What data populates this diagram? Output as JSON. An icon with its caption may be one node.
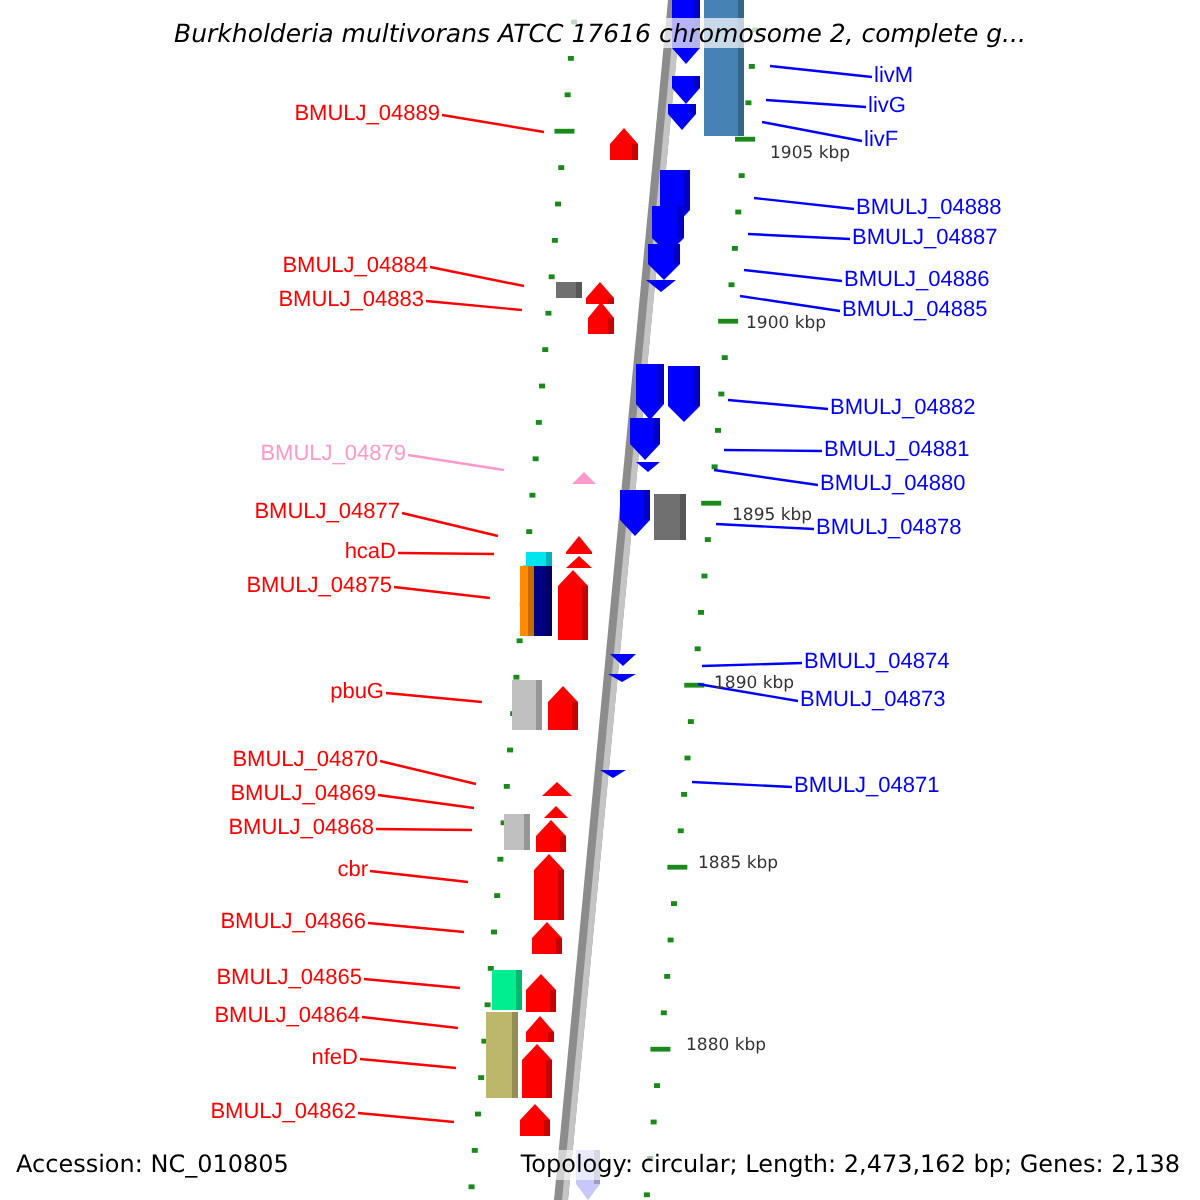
{
  "diagram": {
    "title": "Burkholderia multivorans ATCC 17616 chromosome 2, complete g...",
    "nodes": [
      {
        "text": [
          "livM"
        ]
      },
      {
        "text": [
          "livG"
        ]
      },
      {
        "text": [
          "BMULJ_04889"
        ]
      },
      {
        "text": [
          "livF"
        ]
      },
      {
        "text": [
          "BMULJ_04888"
        ]
      },
      {
        "text": [
          "BMULJ_04887"
        ]
      },
      {
        "text": [
          "BMULJ_04884"
        ]
      },
      {
        "text": [
          "BMULJ_04886"
        ]
      },
      {
        "text": [
          "BMULJ_04883"
        ]
      },
      {
        "text": [
          "BMULJ_04885"
        ]
      },
      {
        "text": [
          "BMULJ_04882"
        ]
      },
      {
        "text": [
          "BMULJ_04881"
        ]
      },
      {
        "text": [
          "BMULJ_04879"
        ]
      },
      {
        "text": [
          "BMULJ_04880"
        ]
      },
      {
        "text": [
          "BMULJ_04877"
        ]
      },
      {
        "text": [
          "BMULJ_04878"
        ]
      },
      {
        "text": [
          "hcaD"
        ]
      },
      {
        "text": [
          "BMULJ_04875"
        ]
      },
      {
        "text": [
          "BMULJ_04874"
        ]
      },
      {
        "text": [
          "pbuG"
        ]
      },
      {
        "text": [
          "BMULJ_04873"
        ]
      },
      {
        "text": [
          "BMULJ_04870"
        ]
      },
      {
        "text": [
          "BMULJ_04871"
        ]
      },
      {
        "text": [
          "BMULJ_04869"
        ]
      },
      {
        "text": [
          "BMULJ_04868"
        ]
      },
      {
        "text": [
          "cbr"
        ]
      },
      {
        "text": [
          "BMULJ_04866"
        ]
      },
      {
        "text": [
          "BMULJ_04865"
        ]
      },
      {
        "text": [
          "BMULJ_04864"
        ]
      },
      {
        "text": [
          "nfeD"
        ]
      },
      {
        "text": [
          "BMULJ_04862"
        ]
      }
    ],
    "edges": [
      {
        "from": 0,
        "to": null,
        "arrow": "none",
        "color": "#0000ff"
      },
      {
        "from": 1,
        "to": null,
        "arrow": "none",
        "color": "#0000ff"
      },
      {
        "from": 2,
        "to": null,
        "arrow": "none"
      },
      {
        "from": 3,
        "to": null,
        "arrow": "none",
        "color": "#0000ff"
      },
      {
        "from": 4,
        "to": null,
        "arrow": "none",
        "color": "#0000ff"
      },
      {
        "from": 5,
        "to": null,
        "arrow": "none",
        "color": "#0000ff"
      },
      {
        "from": 6,
        "to": null,
        "arrow": "none"
      },
      {
        "from": 7,
        "to": null,
        "arrow": "none",
        "color": "#0000ff"
      },
      {
        "from": 8,
        "to": null,
        "arrow": "none"
      },
      {
        "from": 9,
        "to": null,
        "arrow": "none",
        "color": "#0000ff"
      },
      {
        "from": 10,
        "to": null,
        "arrow": "none",
        "color": "#0000ff"
      },
      {
        "from": 11,
        "to": null,
        "arrow": "none",
        "color": "#0000ff"
      },
      {
        "from": 12,
        "to": null,
        "arrow": "none",
        "color": "#ff99cc"
      },
      {
        "from": 13,
        "to": null,
        "arrow": "none",
        "color": "#0000ff"
      },
      {
        "from": 14,
        "to": null,
        "arrow": "none"
      },
      {
        "from": 15,
        "to": null,
        "arrow": "none",
        "color": "#0000ff"
      },
      {
        "from": 16,
        "to": null,
        "arrow": "none"
      },
      {
        "from": 17,
        "to": null,
        "arrow": "none"
      },
      {
        "from": 18,
        "to": null,
        "arrow": "none",
        "color": "#0000ff"
      },
      {
        "from": 19,
        "to": null,
        "arrow": "none"
      },
      {
        "from": 20,
        "to": null,
        "arrow": "none",
        "color": "#0000ff"
      },
      {
        "from": 21,
        "to": null,
        "arrow": "none"
      },
      {
        "from": 22,
        "to": null,
        "arrow": "none",
        "color": "#0000ff"
      },
      {
        "from": 23,
        "to": null,
        "arrow": "none"
      },
      {
        "from": 24,
        "to": null,
        "arrow": "none"
      },
      {
        "from": 25,
        "to": null,
        "arrow": "none"
      },
      {
        "from": 26,
        "to": null,
        "arrow": "none"
      },
      {
        "from": 27,
        "to": null,
        "arrow": "none"
      },
      {
        "from": 28,
        "to": null,
        "arrow": "none"
      },
      {
        "from": 29,
        "to": null,
        "arrow": "none"
      },
      {
        "from": 30,
        "to": null,
        "arrow": "none"
      }
    ],
    "labels": [
      "1905 kbp",
      "1900 kbp",
      "1895 kbp",
      "1890 kbp",
      "1885 kbp",
      "1880 kbp",
      "Accession: NC_010805",
      "Topology: circular; Length: 2,473,162 bp; Genes: 2,138"
    ]
  }
}
